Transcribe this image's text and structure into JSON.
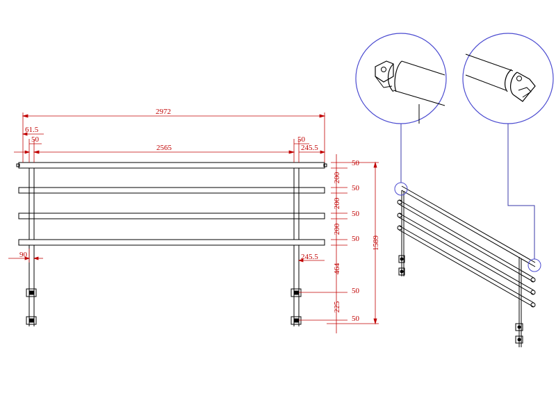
{
  "colors": {
    "line": "#000000",
    "dimension": "#c00000",
    "detail_circle": "#4a4ad0",
    "leader": "#3a3aa8",
    "background": "#ffffff"
  },
  "dimensions": {
    "overall_width": "2972",
    "end_offset": "61.5",
    "post_left_width": "50",
    "inner_span": "2565",
    "post_right_width": "50",
    "right_overhang": "245.5",
    "overall_height": "1589",
    "rail_1_thickness": "50",
    "gap_1": "200",
    "rail_2_thickness": "50",
    "gap_2": "200",
    "rail_3_thickness": "50",
    "gap_3": "200",
    "rail_4_thickness": "50",
    "lower_gap": "464",
    "clamp_1": "50",
    "clamp_gap": "225",
    "clamp_2": "50",
    "foot_width": "90",
    "lower_overhang": "245.5"
  }
}
